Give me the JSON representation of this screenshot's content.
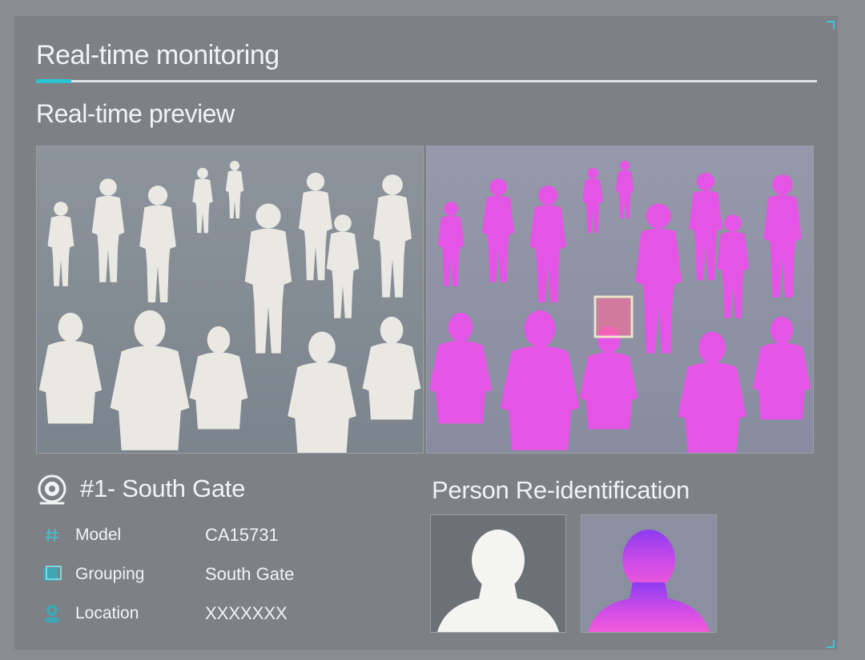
{
  "header": {
    "title": "Real-time monitoring",
    "subtitle": "Real-time preview"
  },
  "colors": {
    "accent": "#2dc3d3",
    "silhouette_raw": "#e9e8e3",
    "silhouette_segmented": "#e455e6",
    "detection_box": "#f0e4c8"
  },
  "camera": {
    "icon": "camera-icon",
    "name": "#1- South Gate",
    "details": [
      {
        "icon": "hash-icon",
        "label": "Model",
        "value": "CA15731"
      },
      {
        "icon": "grouping-icon",
        "label": "Grouping",
        "value": "South Gate"
      },
      {
        "icon": "location-icon",
        "label": "Location",
        "value": "XXXXXXX"
      }
    ]
  },
  "reid": {
    "title": "Person Re-identification"
  }
}
